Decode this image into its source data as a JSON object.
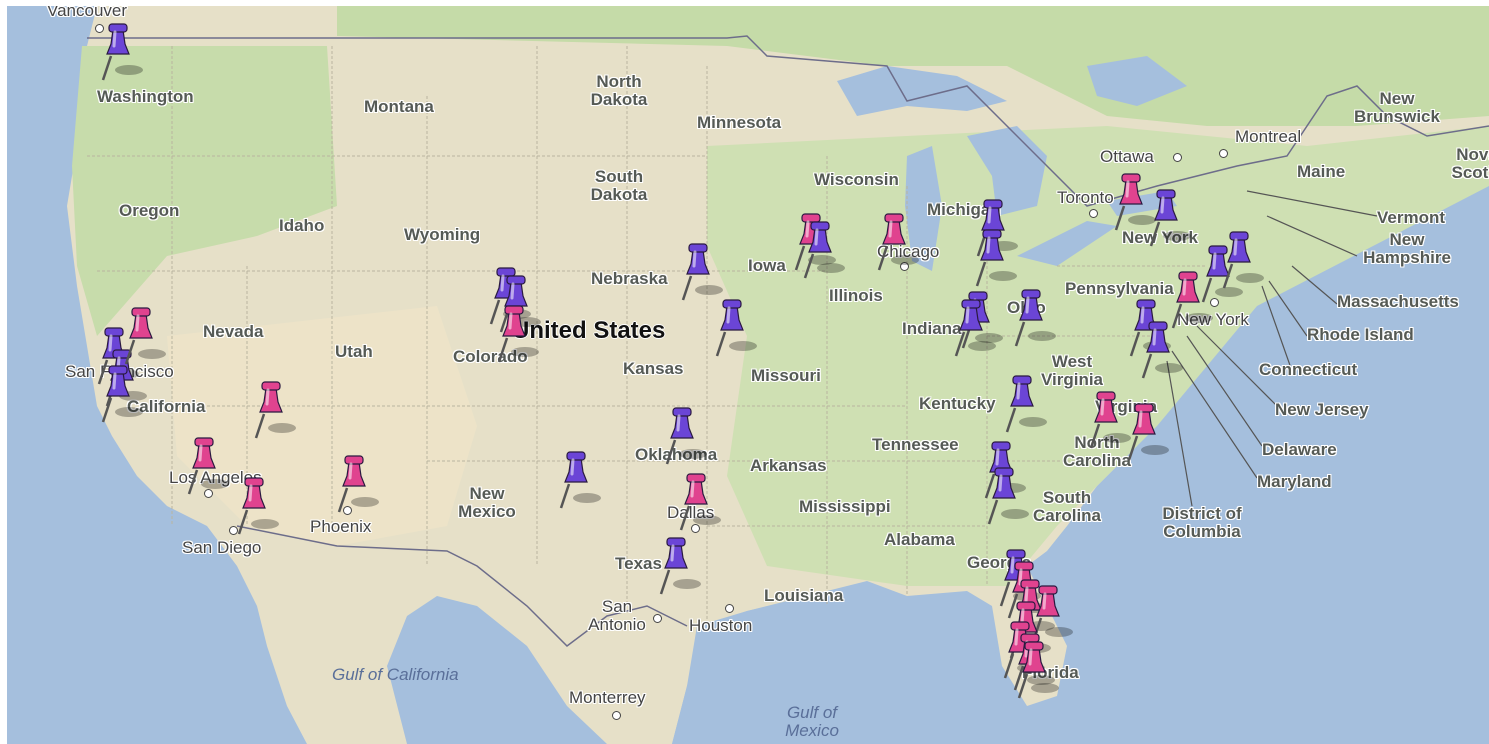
{
  "map": {
    "country_label": "United States",
    "state_labels": [
      "Washington",
      "Montana",
      "North Dakota",
      "Minnesota",
      "Oregon",
      "Idaho",
      "Wyoming",
      "South Dakota",
      "Wisconsin",
      "Nevada",
      "Utah",
      "Colorado",
      "Nebraska",
      "Iowa",
      "Illinois",
      "Indiana",
      "Michigan",
      "Kansas",
      "Missouri",
      "California",
      "Kentucky",
      "Tennessee",
      "Oklahoma",
      "Arkansas",
      "New Mexico",
      "Mississippi",
      "Alabama",
      "Texas",
      "Louisiana",
      "Pennsylvania",
      "West Virginia",
      "Virginia",
      "North Carolina",
      "South Carolina",
      "Georgia",
      "Florida",
      "Ohio",
      "Maine",
      "Vermont",
      "New Hampshire",
      "Massachusetts",
      "Rhode Island",
      "Connecticut",
      "New Jersey",
      "Delaware",
      "Maryland",
      "District of Columbia",
      "New York",
      "New Brunswick",
      "Nova Scotia"
    ],
    "city_labels": [
      "Vancouver",
      "San Francisco",
      "Los Angeles",
      "San Diego",
      "Phoenix",
      "Dallas",
      "San Antonio",
      "Houston",
      "Monterrey",
      "Chicago",
      "Toronto",
      "Ottawa",
      "Montreal",
      "New York"
    ],
    "water_labels": [
      "Gulf of California",
      "Gulf of Mexico"
    ],
    "pin_colors": {
      "purple": "#6b45d6",
      "pink": "#e0438f"
    }
  }
}
